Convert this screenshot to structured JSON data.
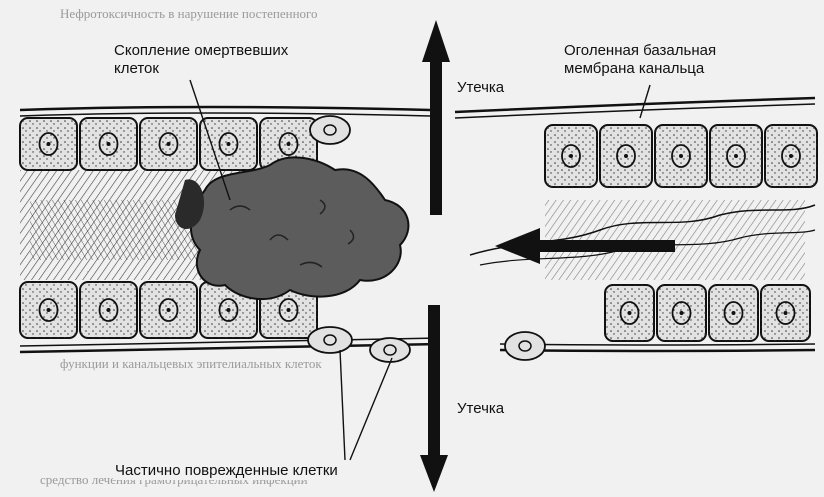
{
  "labels": {
    "dead_cells": "Скопление омертвевших клеток",
    "dead_cells_line1": "Скопление омертвевших",
    "dead_cells_line2": "клеток",
    "bare_membrane_line1": "Оголенная базальная",
    "bare_membrane_line2": "мембрана канальца",
    "leak_top": "Утечка",
    "leak_bottom": "Утечка",
    "damaged_cells": "Частично поврежденные клетки"
  },
  "colors": {
    "background": "#f1f1f1",
    "ink": "#111111",
    "cell_fill": "#e2e2e2",
    "debris": "#5c5c5c"
  }
}
